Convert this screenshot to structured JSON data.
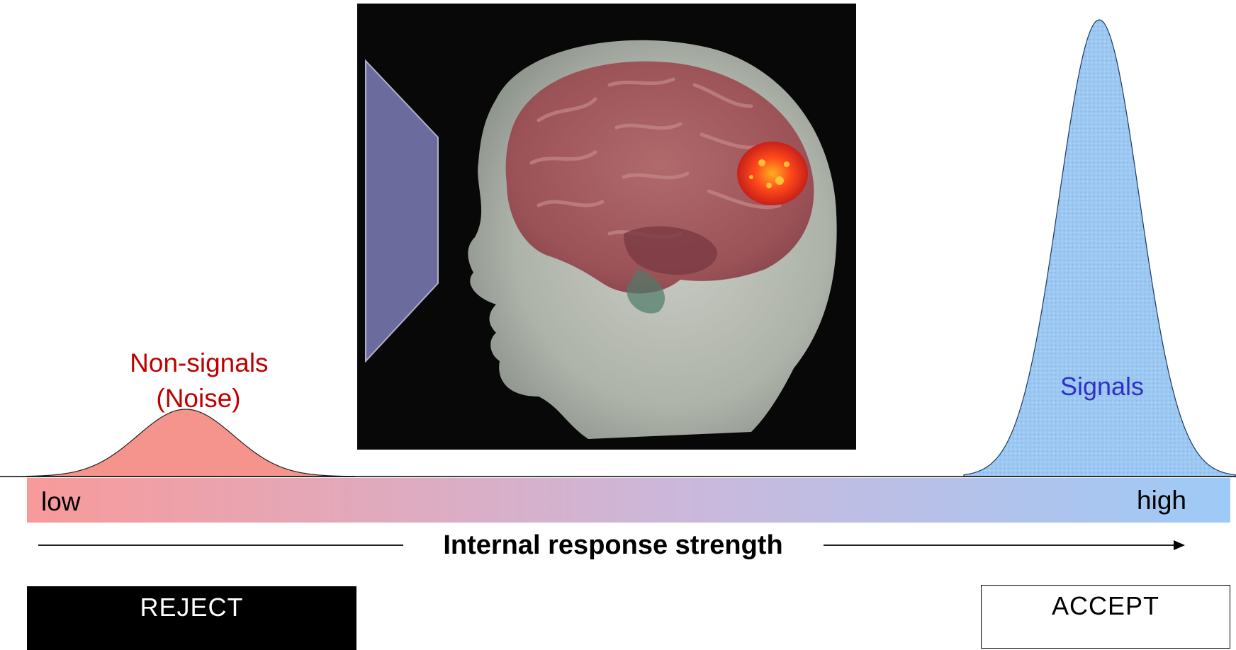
{
  "noise": {
    "label_line1": "Non-signals",
    "label_line2": "(Noise)",
    "color": "#f4948c",
    "text_color": "#c00000"
  },
  "signal": {
    "label": "Signals",
    "color": "#9cc8f2",
    "text_color": "#3030c8"
  },
  "axis": {
    "label": "Internal response strength",
    "low_label": "low",
    "high_label": "high",
    "gradient_start": "#f89a9a",
    "gradient_mid": "#cbb8dc",
    "gradient_end": "#9ecaf6"
  },
  "decisions": {
    "reject_label": "REJECT",
    "accept_label": "ACCEPT"
  },
  "icons": {
    "brain": "head-brain-scan-image",
    "screen": "stimulus-screen-icon"
  }
}
